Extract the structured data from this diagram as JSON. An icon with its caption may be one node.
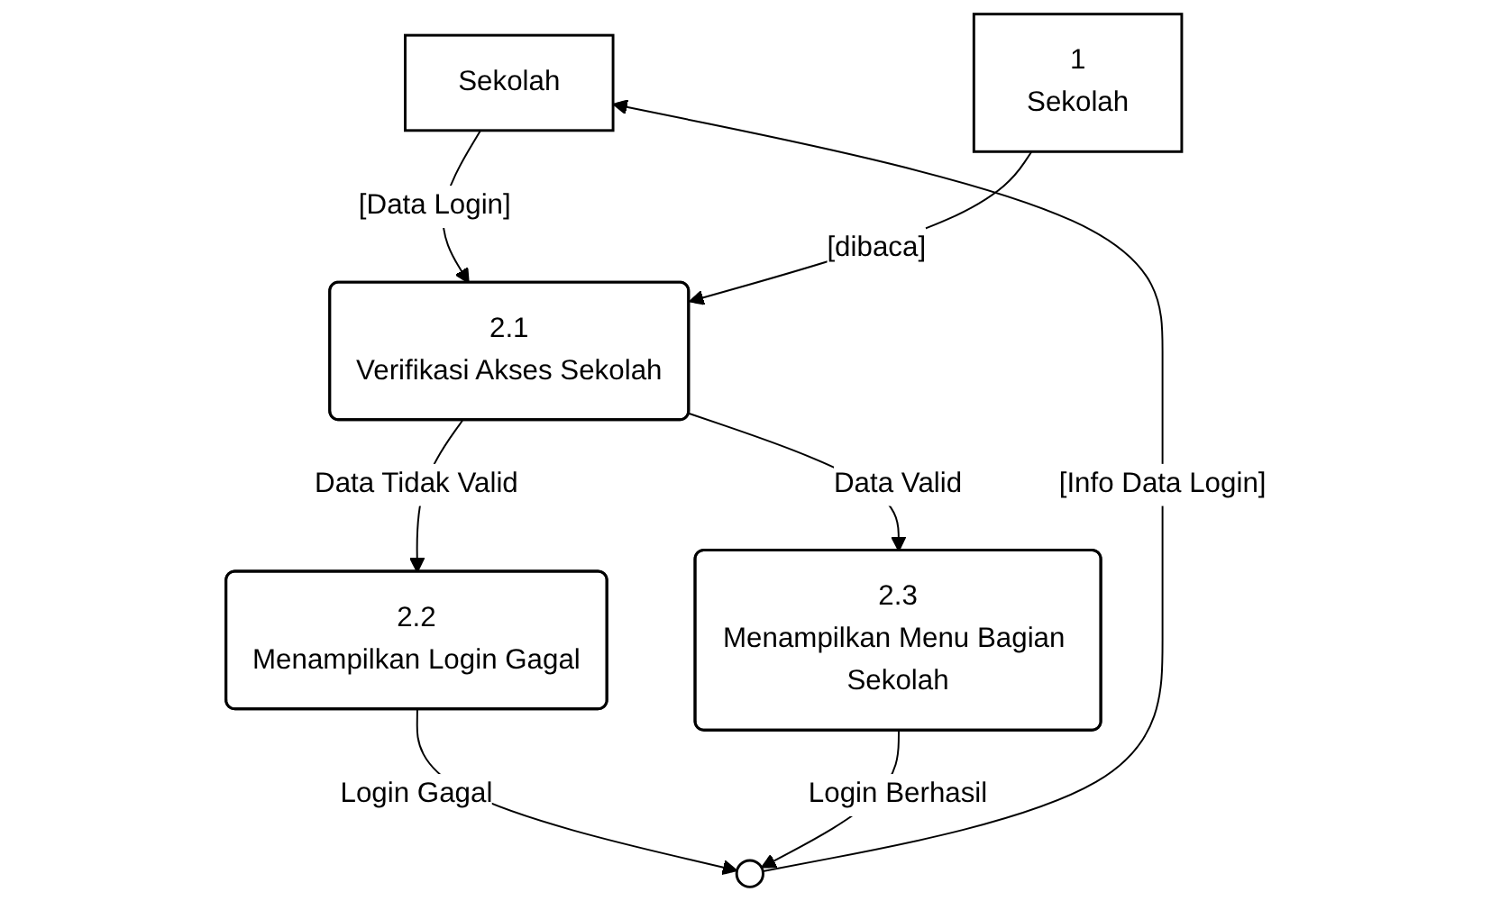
{
  "diagram": {
    "nodes": [
      {
        "text": [
          "Sekolah"
        ]
      },
      {
        "text": [
          "2.1",
          "Verifikasi Akses Sekolah"
        ]
      },
      {
        "text": [
          "1",
          "Sekolah"
        ]
      },
      {
        "text": [
          "2.2",
          "Menampilkan Login Gagal"
        ]
      },
      {
        "text": [],
        "shape": "circle"
      },
      {
        "text": [
          "2.3",
          "Menampilkan Menu Bagian Sekolah"
        ]
      }
    ],
    "edges": [
      {
        "from": 0,
        "to": 1,
        "arrow": "to",
        "label": "[Data Login]"
      },
      {
        "from": 2,
        "to": 1,
        "arrow": "to",
        "label": "[dibaca]"
      },
      {
        "from": 1,
        "to": 3,
        "arrow": "to",
        "label": "Data Tidak Valid"
      },
      {
        "from": 1,
        "to": 5,
        "arrow": "to",
        "label": "Data Valid"
      },
      {
        "from": 3,
        "to": 4,
        "arrow": "to",
        "label": "Login Gagal"
      },
      {
        "from": 5,
        "to": 4,
        "arrow": "to",
        "label": "Login Berhasil"
      },
      {
        "from": 4,
        "to": 0,
        "arrow": "to",
        "label": "[Info Data Login]"
      }
    ]
  }
}
